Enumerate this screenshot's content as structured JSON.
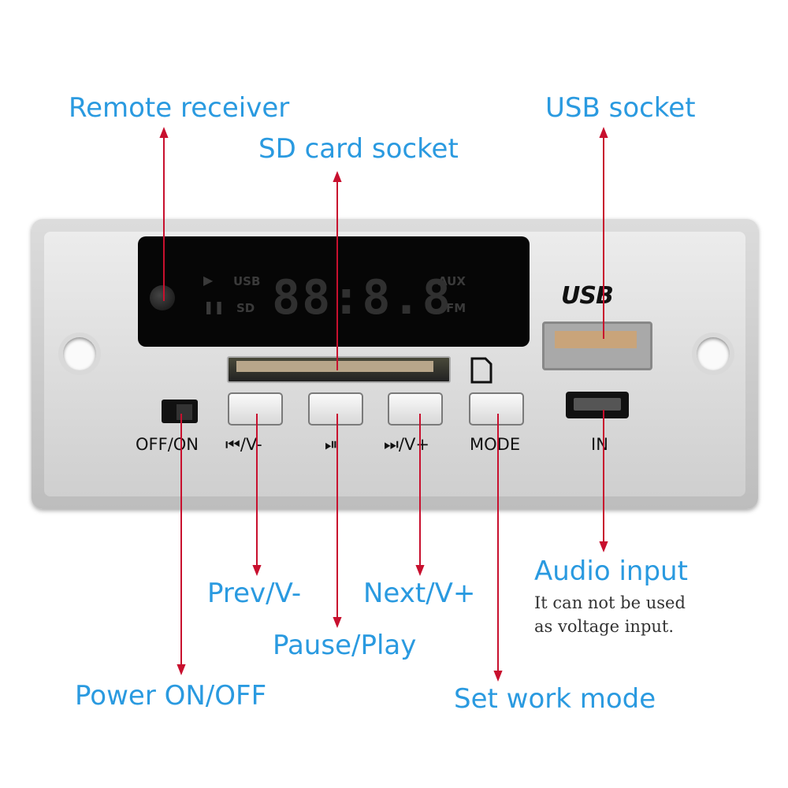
{
  "callouts": {
    "remote_receiver": "Remote receiver",
    "sd_card_socket": "SD card socket",
    "usb_socket": "USB socket",
    "audio_input": "Audio input",
    "audio_input_note_1": "It can  not be used",
    "audio_input_note_2": "as voltage input.",
    "prev_v": "Prev/V-",
    "next_v": "Next/V+",
    "pause_play": "Pause/Play",
    "power_on_off": "Power ON/OFF",
    "set_work_mode": "Set work mode"
  },
  "display": {
    "tag_usb": "USB",
    "tag_sd": "SD",
    "tag_aux": "AUX",
    "tag_fm": "FM",
    "digits": "88:8.8"
  },
  "panel_labels": {
    "off_on": "OFF/ON",
    "prev": "⏮/V-",
    "play_pause": "⏯",
    "next": "⏭/V+",
    "mode": "MODE",
    "in": "IN",
    "usb_logo": "USB"
  },
  "colors": {
    "callout_text": "#2a9ae0",
    "arrow": "#c8102e"
  }
}
